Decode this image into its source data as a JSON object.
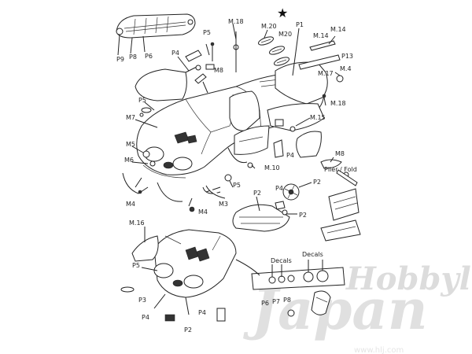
{
  "diagram": {
    "star_mark": "★",
    "labels": {
      "p9_tl": "P9",
      "p8_tl": "P8",
      "p6_tl": "P6",
      "p5_a": "P5",
      "m18_top": "M.18",
      "m20a": "M.20",
      "m20b": "M20",
      "p1": "P1",
      "m14a": "M.14",
      "m14b": "M.14",
      "p4_a": "P4",
      "m8_a": "M8",
      "p13": "P13",
      "m4_a": "M.4",
      "m17": "M.17",
      "m18_r": "M.18",
      "p5_b": "P5",
      "m7": "M7",
      "m15": "M.15",
      "m5": "M5",
      "m6": "M6",
      "p4_b": "P4",
      "m10": "M.10",
      "m8_b": "M8",
      "m4_b": "M4",
      "p5_c": "P5",
      "m3": "M3",
      "p2_a": "P2",
      "p4_c": "P4",
      "p2_b": "P2",
      "p2_c": "P2",
      "m16": "M.16",
      "p5_d": "P5",
      "p3": "P3",
      "p4_d": "P4",
      "p4_e": "P4",
      "p2_d": "P2",
      "p6_b": "P6",
      "p7": "P7",
      "p8_b": "P8",
      "decals_1": "Decals",
      "decals_2": "Decals",
      "fold": "Plier / Fold"
    },
    "watermark": {
      "brand": "Hobbylink",
      "brand_sub": "Japan",
      "url": "www.hlj.com"
    }
  }
}
